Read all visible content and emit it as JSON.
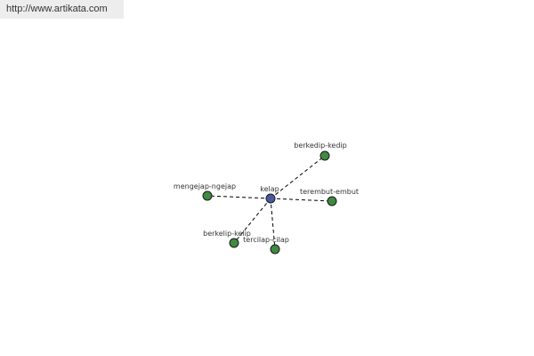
{
  "header": {
    "url": "http://www.artikata.com"
  },
  "graph": {
    "colors": {
      "center_node": "#4a5aa0",
      "leaf_node": "#3f8a3f",
      "edge": "#000000",
      "label": "#333333"
    },
    "center": {
      "label": "kelap"
    },
    "leaves": [
      {
        "label": "berkedip-kedip"
      },
      {
        "label": "mengejap-ngejap"
      },
      {
        "label": "terembut-embut"
      },
      {
        "label": "berkelip-kelip"
      },
      {
        "label": "tercilap-cilap"
      }
    ]
  }
}
